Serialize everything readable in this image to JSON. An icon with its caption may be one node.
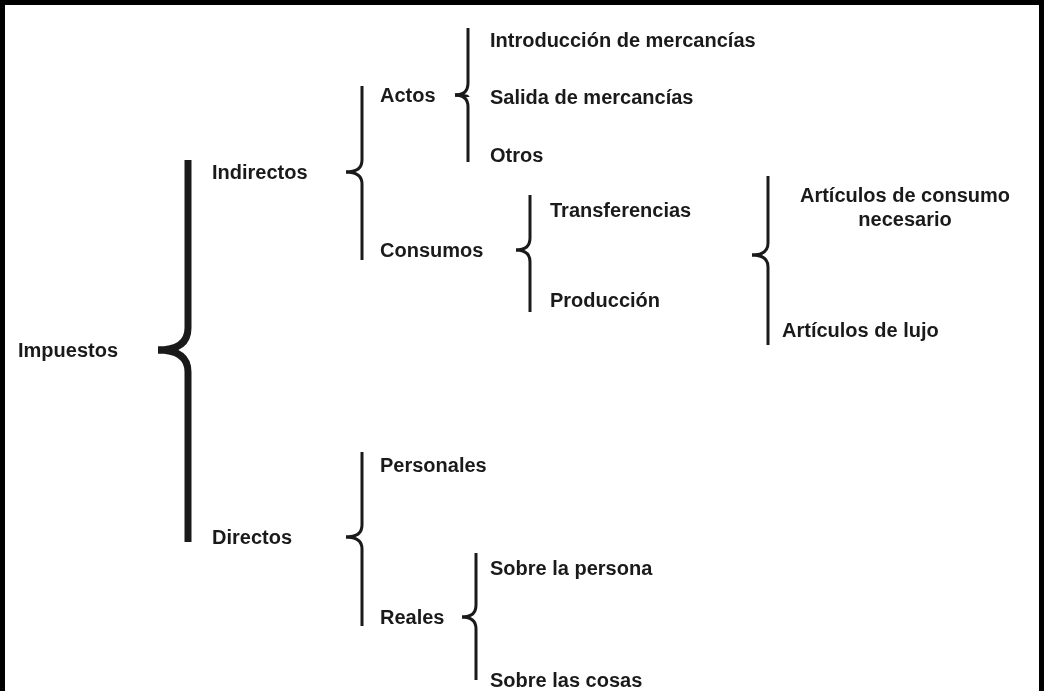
{
  "diagram": {
    "nodes": [
      {
        "text": [
          "Impuestos"
        ]
      },
      {
        "text": [
          "Indirectos"
        ]
      },
      {
        "text": [
          "Actos"
        ]
      },
      {
        "text": [
          "Introducción de mercancías"
        ]
      },
      {
        "text": [
          "Salida de mercancías"
        ]
      },
      {
        "text": [
          "Otros"
        ]
      },
      {
        "text": [
          "Consumos"
        ]
      },
      {
        "text": [
          "Transferencias"
        ]
      },
      {
        "text": [
          "Producción"
        ]
      },
      {
        "text": [
          "Artículos de consumo necesario"
        ]
      },
      {
        "text": [
          "Artículos de lujo"
        ]
      },
      {
        "text": [
          "Directos"
        ]
      },
      {
        "text": [
          "Personales"
        ]
      },
      {
        "text": [
          "Reales"
        ]
      },
      {
        "text": [
          "Sobre la persona"
        ]
      },
      {
        "text": [
          "Sobre las cosas"
        ]
      }
    ],
    "edges": [
      {
        "from": 0,
        "to": 1,
        "arrow": "none",
        "style": "thick"
      },
      {
        "from": 0,
        "to": 11,
        "arrow": "none",
        "style": "thick"
      },
      {
        "from": 1,
        "to": 2,
        "arrow": "none"
      },
      {
        "from": 1,
        "to": 6,
        "arrow": "none"
      },
      {
        "from": 2,
        "to": 3,
        "arrow": "none"
      },
      {
        "from": 2,
        "to": 4,
        "arrow": "none"
      },
      {
        "from": 2,
        "to": 5,
        "arrow": "none"
      },
      {
        "from": 6,
        "to": 7,
        "arrow": "none"
      },
      {
        "from": 6,
        "to": 8,
        "arrow": "none"
      },
      {
        "from": null,
        "to": 9,
        "arrow": "none"
      },
      {
        "from": null,
        "to": 10,
        "arrow": "none"
      },
      {
        "from": 11,
        "to": 12,
        "arrow": "none"
      },
      {
        "from": 11,
        "to": 13,
        "arrow": "none"
      },
      {
        "from": 13,
        "to": 14,
        "arrow": "none"
      },
      {
        "from": 13,
        "to": 15,
        "arrow": "none"
      }
    ]
  }
}
